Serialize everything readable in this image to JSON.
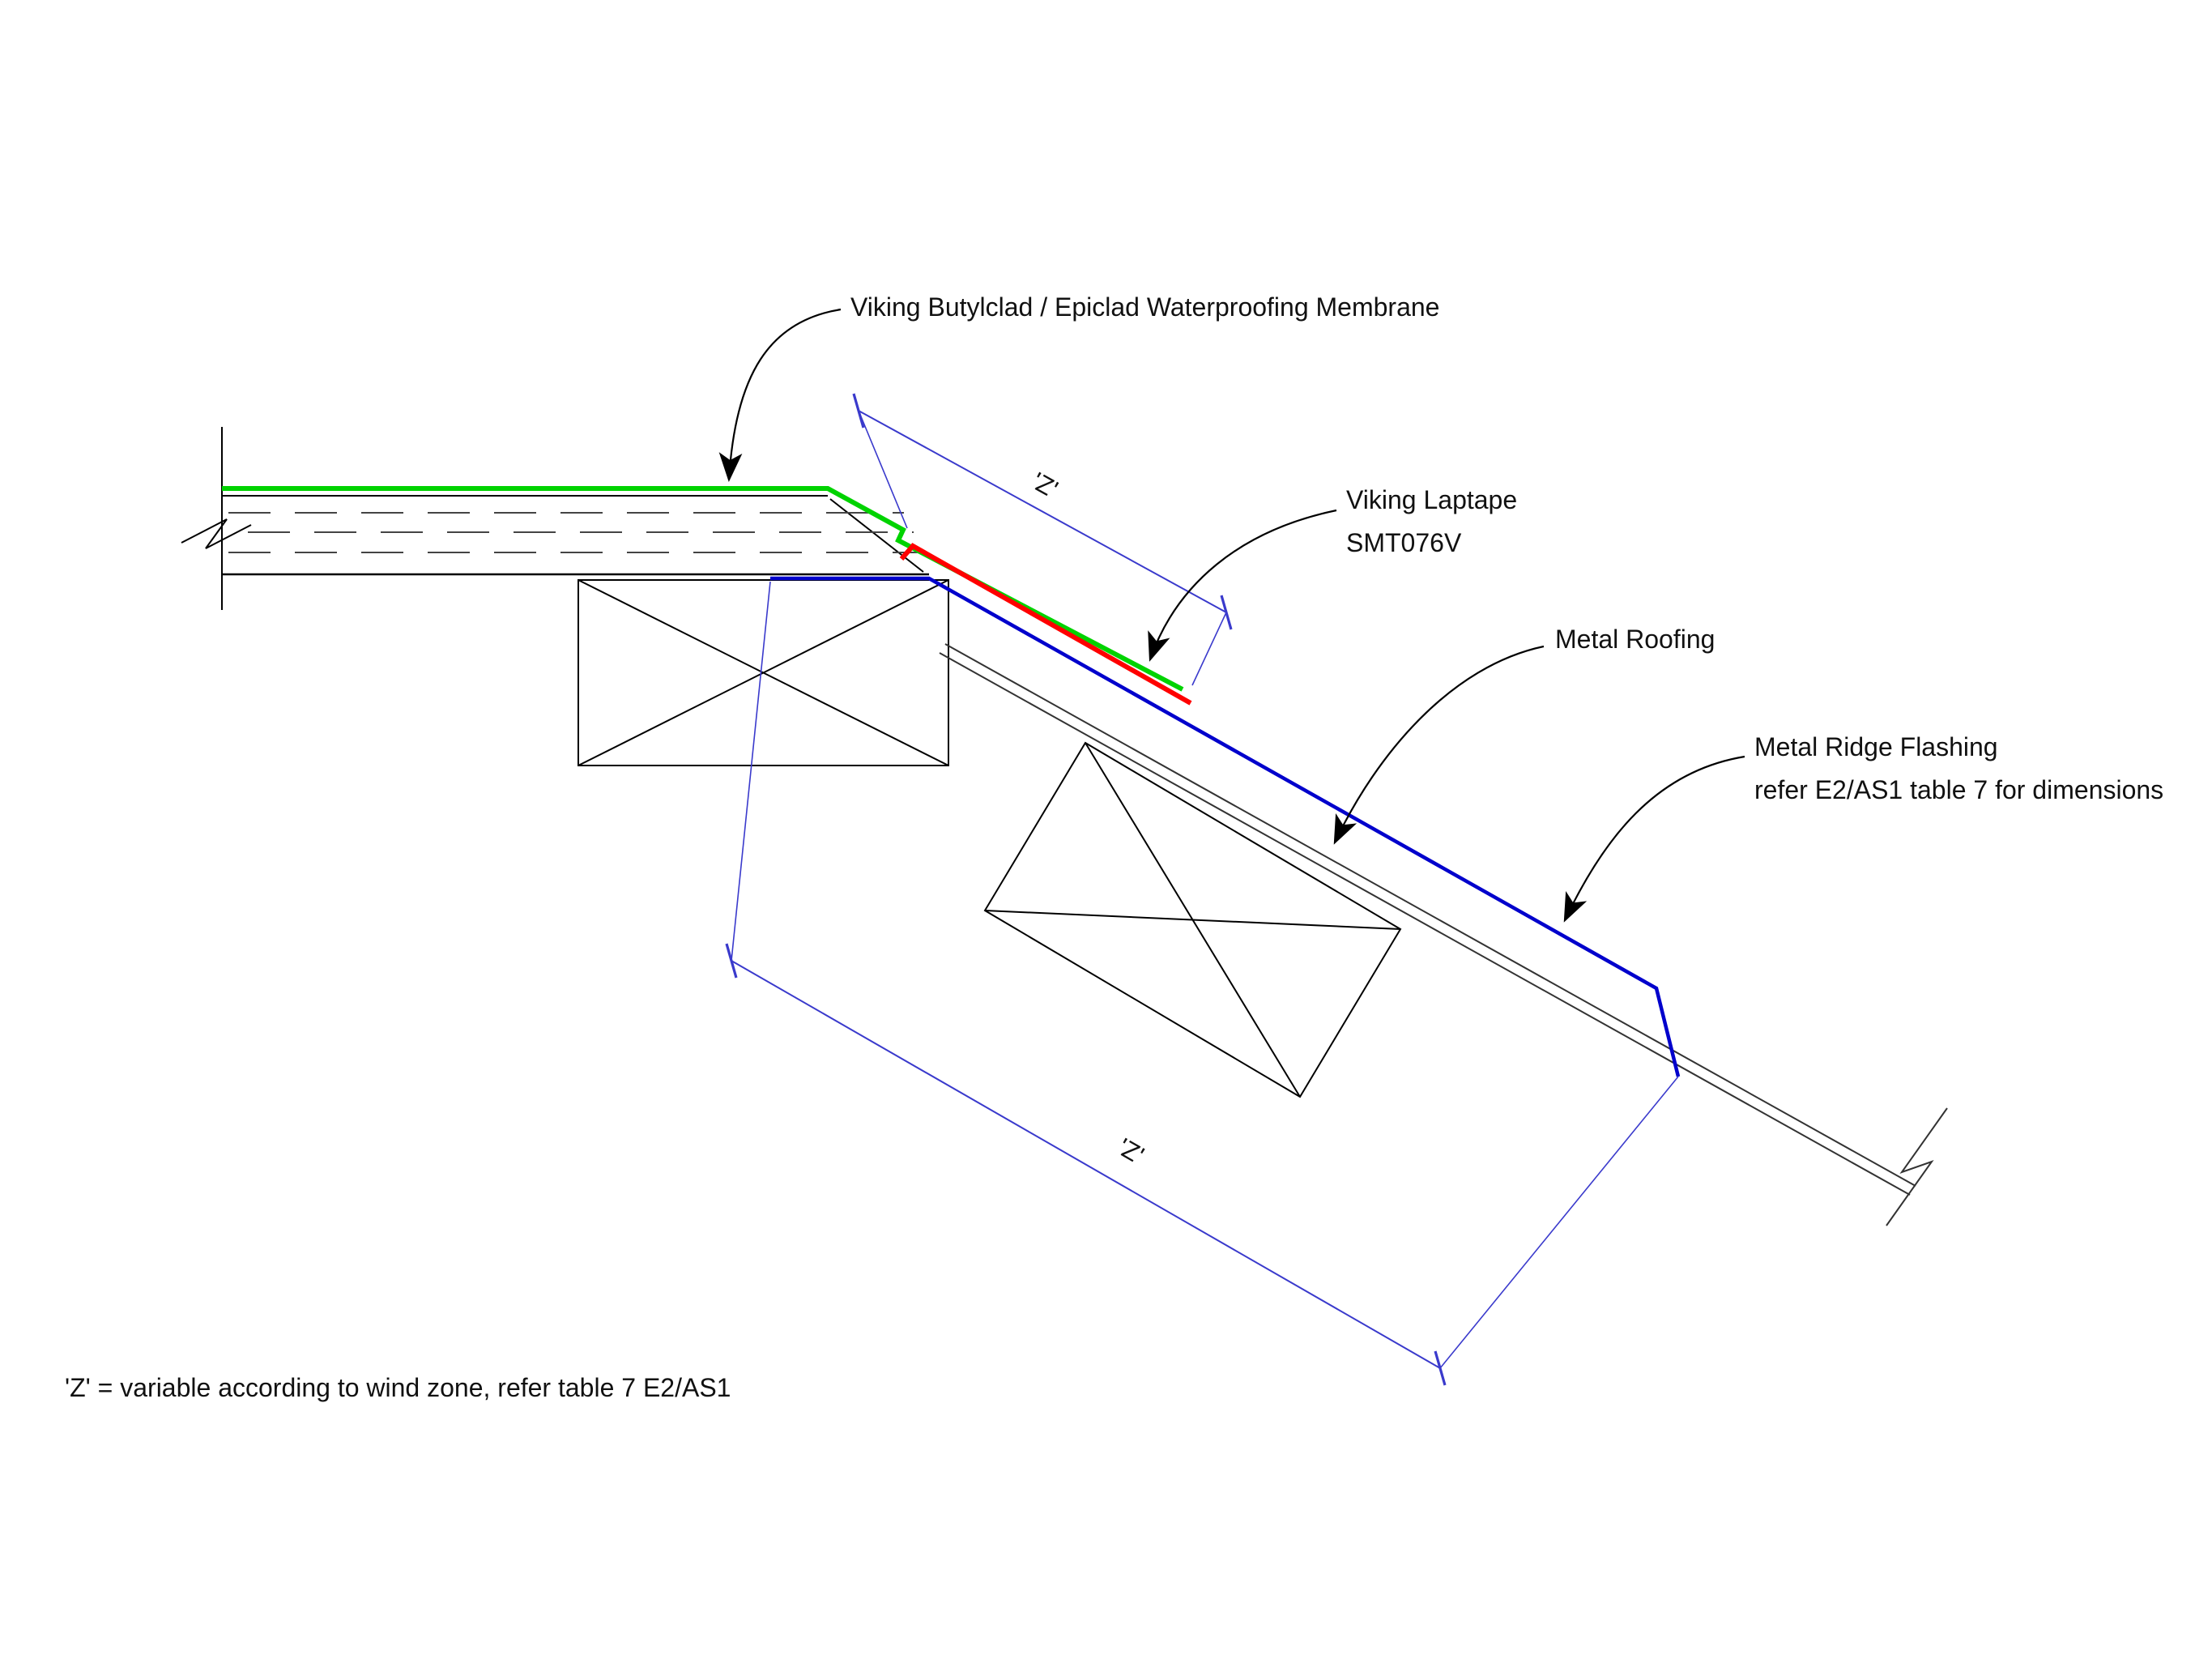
{
  "drawing": {
    "annotations": {
      "membrane_label": "Viking Butylclad / Epiclad Waterproofing Membrane",
      "laptape_label_line1": "Viking Laptape",
      "laptape_label_line2": "SMT076V",
      "metal_roofing_label": "Metal Roofing",
      "ridge_flashing_label_line1": "Metal Ridge Flashing",
      "ridge_flashing_label_line2": "refer E2/AS1 table 7 for dimensions",
      "dimension_upper_label": "'Z'",
      "dimension_lower_label": "'Z'",
      "footnote": "'Z' = variable according to wind zone, refer table 7  E2/AS1"
    },
    "colors": {
      "membrane_green": "#00d300",
      "laptape_red": "#ff0000",
      "flashing_blue": "#0000cc",
      "dimension_blue": "#3a3acc",
      "line_black": "#000000"
    }
  }
}
